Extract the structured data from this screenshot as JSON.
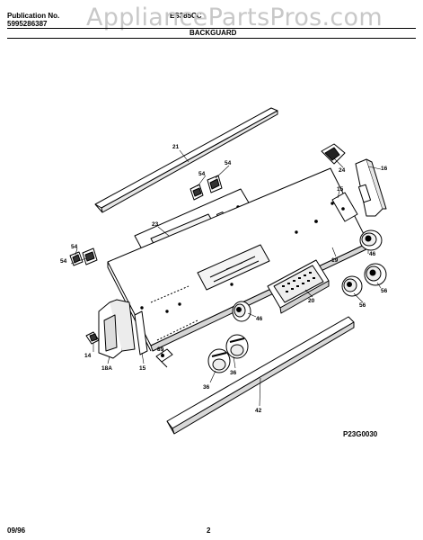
{
  "header": {
    "publication_label": "Publication No.",
    "publication_number": "5995286387",
    "model": "ES385CC",
    "section_title": "BACKGUARD"
  },
  "watermark": "AppliancePartsPros.com",
  "diagram_code": "P23G0030",
  "footer": {
    "date": "09/96",
    "page": "2"
  },
  "part_labels": [
    "21",
    "54",
    "54",
    "24",
    "16",
    "15",
    "23",
    "54",
    "54",
    "46",
    "19",
    "56",
    "20",
    "56",
    "46",
    "89",
    "36",
    "36",
    "42",
    "14",
    "18A",
    "15"
  ]
}
